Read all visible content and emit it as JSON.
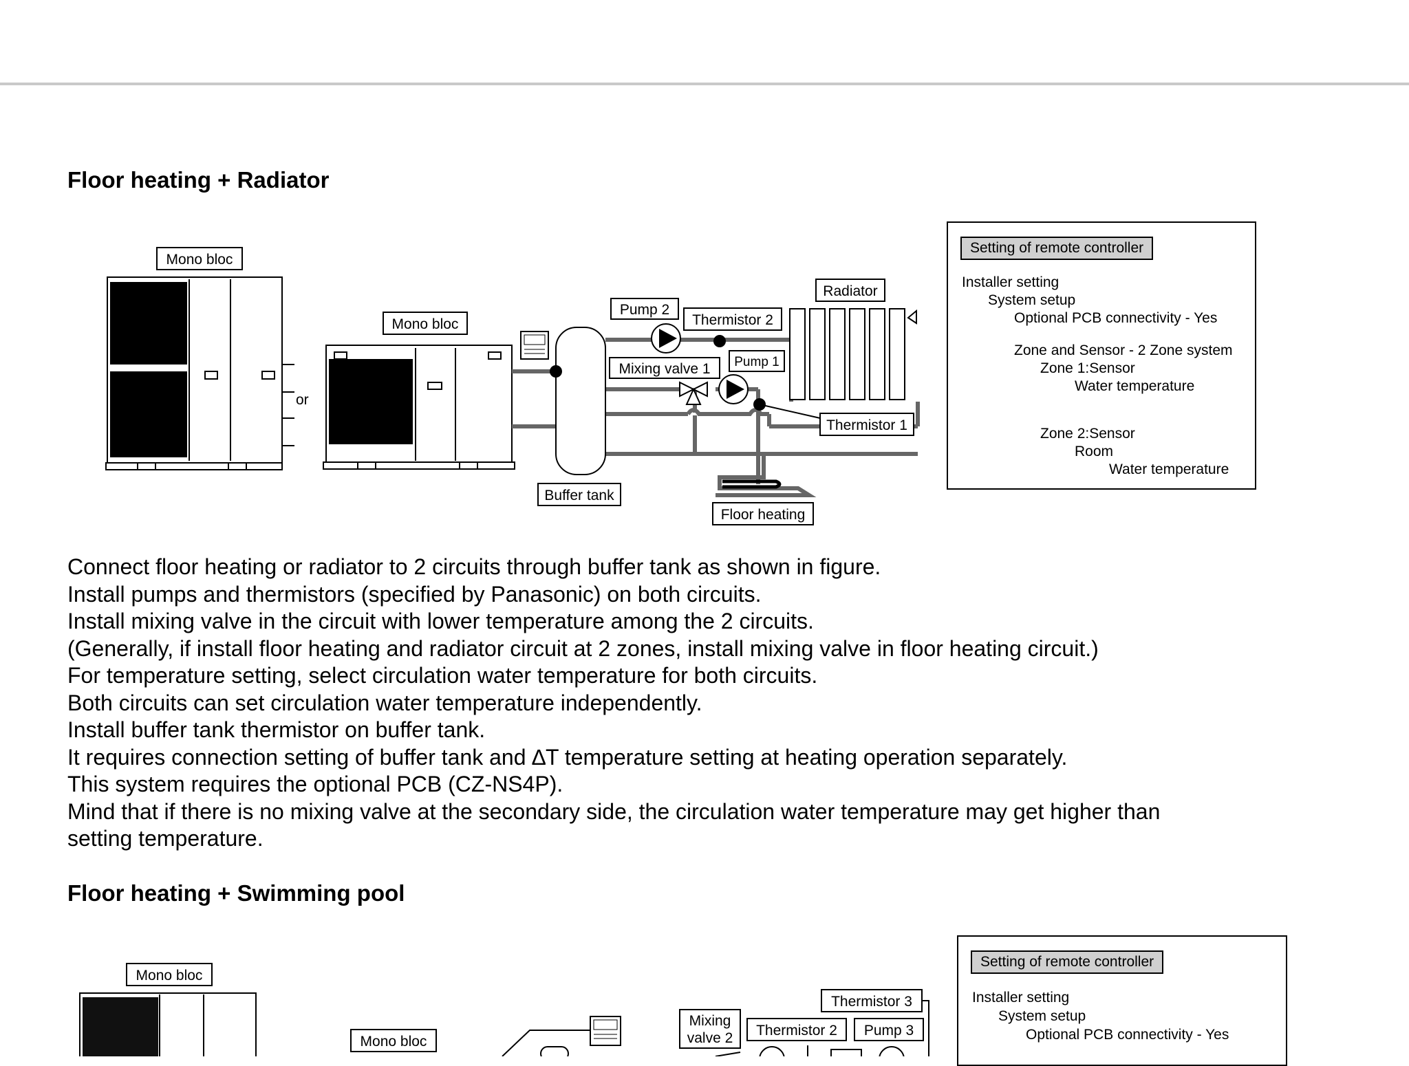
{
  "section1": {
    "heading": "Floor heating + Radiator",
    "labels": {
      "mono_bloc_1": "Mono bloc",
      "mono_bloc_2": "Mono bloc",
      "or": "or",
      "radiator": "Radiator",
      "pump2": "Pump 2",
      "thermistor2": "Thermistor 2",
      "mixing_valve1": "Mixing valve 1",
      "pump1": "Pump 1",
      "thermistor1": "Thermistor 1",
      "buffer_tank": "Buffer tank",
      "floor_heating": "Floor heating"
    },
    "settings": {
      "title": "Setting of remote controller",
      "lines": [
        "Installer setting",
        "System setup",
        "Optional PCB connectivity - Yes",
        "Zone and Sensor - 2 Zone system",
        "Zone 1:Sensor",
        "Water temperature",
        "Zone 2:Sensor",
        "Room",
        "Water temperature"
      ]
    },
    "paragraph": [
      "Connect floor heating or radiator to 2 circuits through buffer tank as shown in figure.",
      "Install pumps and thermistors (specified by Panasonic) on both circuits.",
      "Install mixing valve in the circuit with lower temperature among the 2 circuits.",
      "(Generally, if install floor heating and radiator circuit at 2 zones, install mixing valve in floor heating circuit.)",
      "For temperature setting, select circulation water temperature for both circuits.",
      "Both circuits can set circulation water temperature independently.",
      "Install buffer tank thermistor on buffer tank.",
      "It requires connection setting of buffer tank and ∆T temperature setting at heating operation separately.",
      "This system requires the optional PCB (CZ-NS4P).",
      "Mind that if there is no mixing valve at the secondary side, the circulation water temperature may get higher than",
      "setting temperature."
    ]
  },
  "section2": {
    "heading": "Floor heating + Swimming pool",
    "labels": {
      "mono_bloc_1": "Mono bloc",
      "mono_bloc_2": "Mono bloc",
      "mixing_valve_line1": "Mixing",
      "mixing_valve_line2": "valve 2",
      "thermistor2": "Thermistor 2",
      "pump3": "Pump 3",
      "thermistor3": "Thermistor 3"
    },
    "settings": {
      "title": "Setting of remote controller",
      "lines": [
        "Installer setting",
        "System setup",
        "Optional PCB connectivity - Yes"
      ]
    }
  }
}
